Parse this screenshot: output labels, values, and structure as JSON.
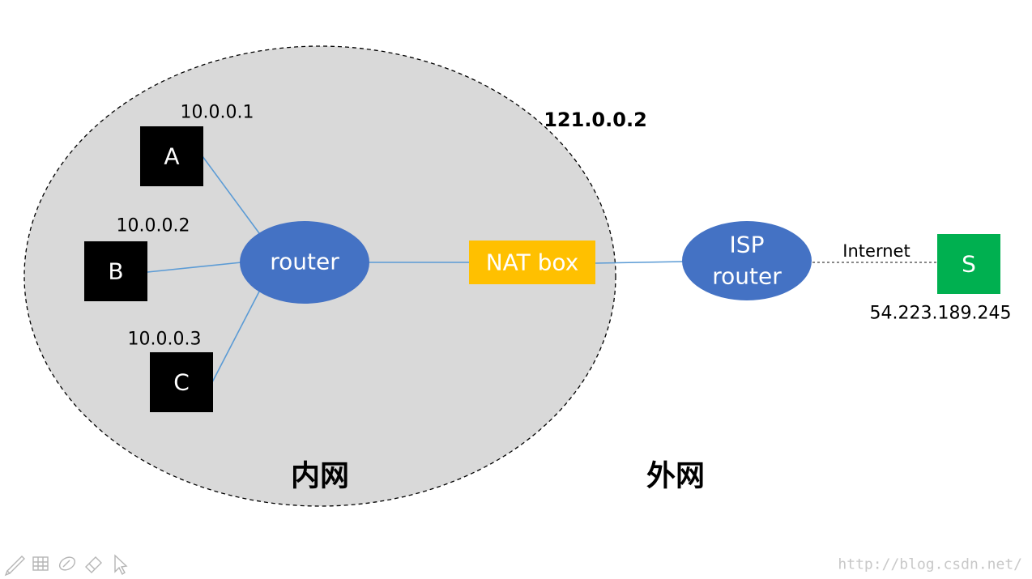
{
  "nodes": {
    "A": {
      "label": "A",
      "ip": "10.0.0.1"
    },
    "B": {
      "label": "B",
      "ip": "10.0.0.2"
    },
    "C": {
      "label": "C",
      "ip": "10.0.0.3"
    },
    "router": {
      "label": "router"
    },
    "nat": {
      "label": "NAT box",
      "ip": "121.0.0.2"
    },
    "isp": {
      "label_line1": "ISP",
      "label_line2": "router"
    },
    "server": {
      "label": "S",
      "ip": "54.223.189.245"
    }
  },
  "links": {
    "internet_label": "Internet"
  },
  "zones": {
    "inner": "内网",
    "outer": "外网"
  },
  "colors": {
    "lan_fill": "#d9d9d9",
    "host_fill": "#000000",
    "router_fill": "#4472c4",
    "nat_fill": "#ffc000",
    "server_fill": "#00b050",
    "link": "#5b9bd5"
  },
  "toolbar": {
    "icons": [
      "pen-icon",
      "grid-icon",
      "eraser-blob-icon",
      "eraser-icon",
      "pointer-icon"
    ]
  },
  "watermark": "http://blog.csdn.net/"
}
